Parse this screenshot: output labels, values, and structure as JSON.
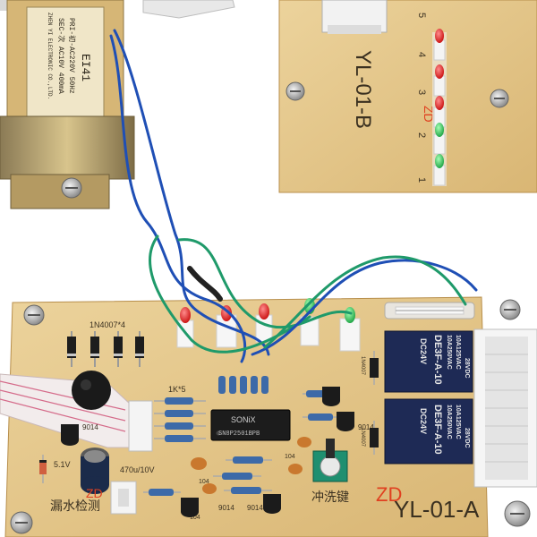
{
  "transformer": {
    "model": "EI41",
    "pri": "PRI-初-AC220V 50Hz",
    "sec": "SEC-次 AC10V 400mA",
    "maker": "ZHEN YI ELECTRONIC CO.,LTD."
  },
  "board_b": {
    "label": "YL-01-B",
    "led_numbers": [
      "5",
      "4",
      "3",
      "2",
      "1"
    ],
    "stamp": "ZD"
  },
  "board_a": {
    "label": "YL-01-A",
    "stamp": "ZD",
    "diode_label": "1N4007*4",
    "resistor_label": "1K*5",
    "chip_brand": "SONiX",
    "chip_part": "SN8P2501BPB",
    "cap_label": "470u/10V",
    "zener_label": "5.1V",
    "transistor_labels": [
      "9014",
      "9014",
      "9014",
      "9014"
    ],
    "cap_small_labels": [
      "104",
      "104",
      "104"
    ],
    "side_diode_labels": [
      "1N4007",
      "1N4007"
    ],
    "left_text": "漏水检测",
    "button_text": "冲洗键",
    "relays": [
      {
        "line1": "DC24V",
        "line2": "DE3F-A-10",
        "line3": "10A250VAC",
        "line4": "10A125VAC",
        "line5": "28VDC"
      },
      {
        "line1": "DC24V",
        "line2": "DE3F-A-10",
        "line3": "10A250VAC",
        "line4": "10A125VAC",
        "line5": "28VDC"
      }
    ]
  },
  "colors": {
    "pcb": "#e3c486",
    "pcb_edge": "#c9a25e",
    "blue_wire": "#1f4fb5",
    "green_wire": "#1f9a6a",
    "relay": "#1e2a55",
    "led_red": "#e81818",
    "led_green": "#22c04a"
  }
}
